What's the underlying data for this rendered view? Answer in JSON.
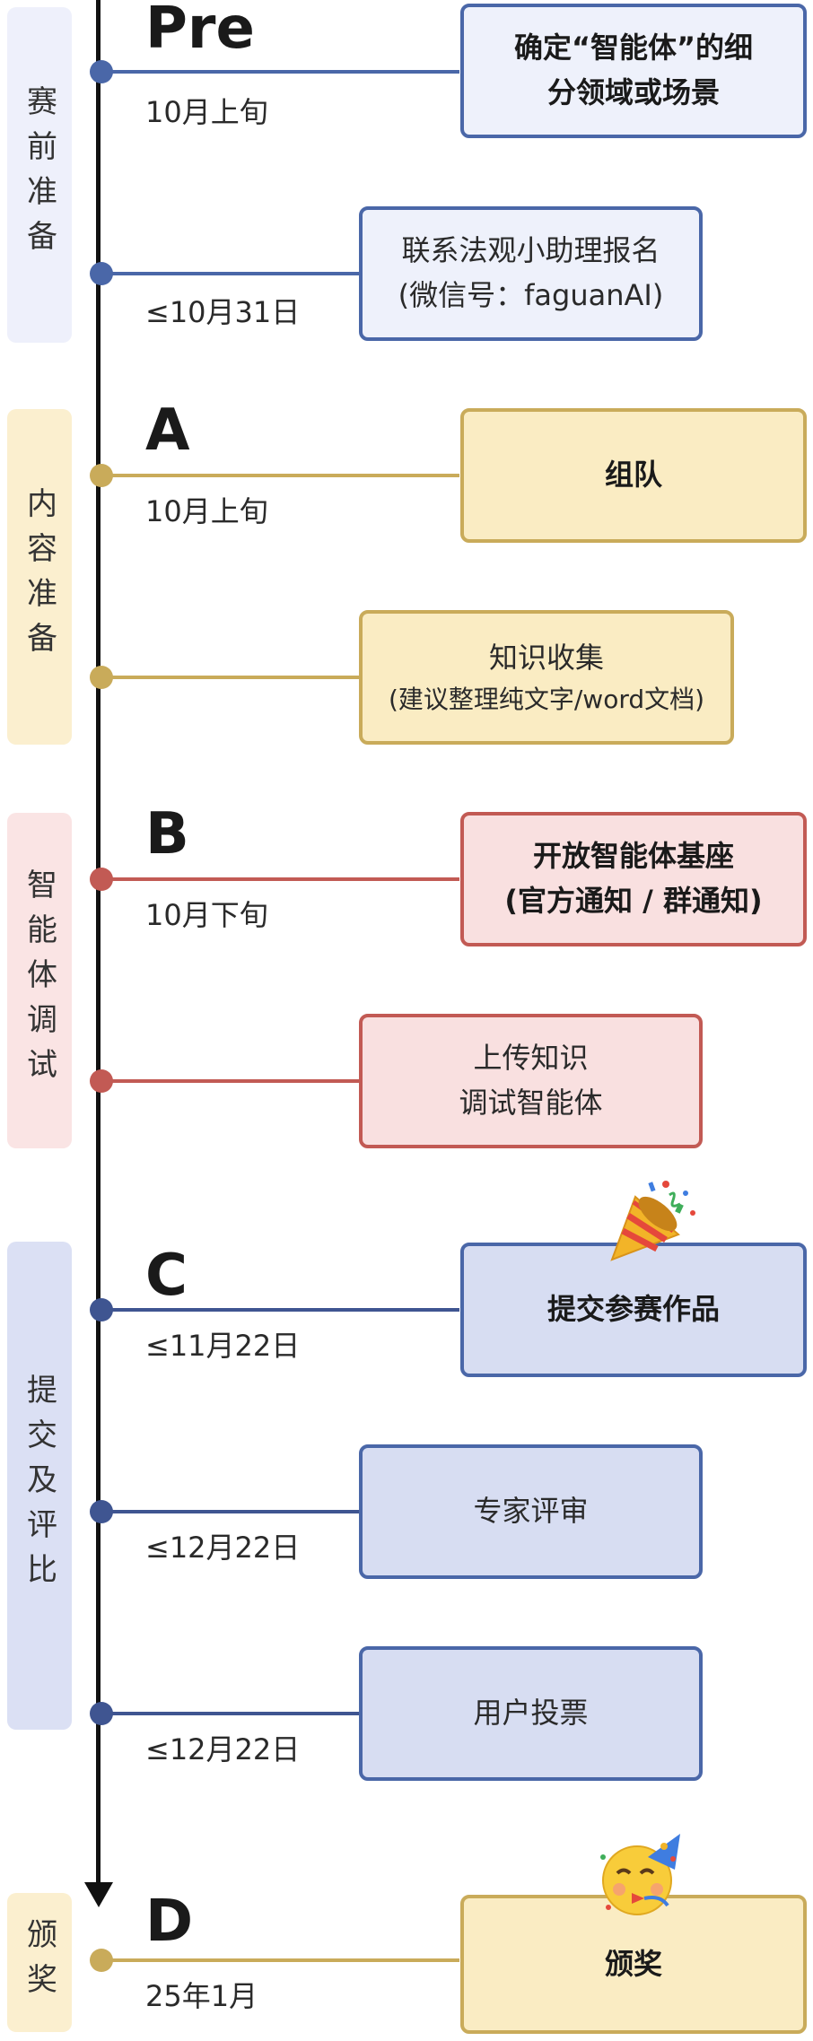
{
  "phases": [
    {
      "label": "赛前准备"
    },
    {
      "label": "内容准备"
    },
    {
      "label": "智能体调试"
    },
    {
      "label": "提交及评比"
    },
    {
      "label": "颁奖"
    }
  ],
  "stages": {
    "pre": {
      "letter": "Pre",
      "date": "10月上旬"
    },
    "a": {
      "letter": "A",
      "date": "10月上旬"
    },
    "b": {
      "letter": "B",
      "date": "10月下旬"
    },
    "c": {
      "letter": "C",
      "date": "≤11月22日"
    },
    "d": {
      "letter": "D",
      "date": "25年1月"
    }
  },
  "sub_dates": {
    "pre2": "≤10月31日",
    "c2": "≤12月22日",
    "c3": "≤12月22日"
  },
  "cards": {
    "pre1": {
      "line1": "确定“智能体”的细",
      "line2": "分领域或场景"
    },
    "pre2": {
      "line1": "联系法观小助理报名",
      "line2": "(微信号：faguanAI)"
    },
    "a1": {
      "line1": "组队"
    },
    "a2": {
      "line1": "知识收集",
      "line2": "(建议整理纯文字/word文档)"
    },
    "b1": {
      "line1": "开放智能体基座",
      "line2": "(官方通知 / 群通知)"
    },
    "b2": {
      "line1": "上传知识",
      "line2": "调试智能体"
    },
    "c1": {
      "line1": "提交参赛作品"
    },
    "c2": {
      "line1": "专家评审"
    },
    "c3": {
      "line1": "用户投票"
    },
    "d1": {
      "line1": "颁奖"
    }
  },
  "colors": {
    "blue": "#4a67a8",
    "gold": "#c9ab5a",
    "red": "#c25a54",
    "navy": "#3f5591"
  },
  "icons": {
    "party_popper": "party-popper-icon",
    "partying_face": "partying-face-icon"
  }
}
